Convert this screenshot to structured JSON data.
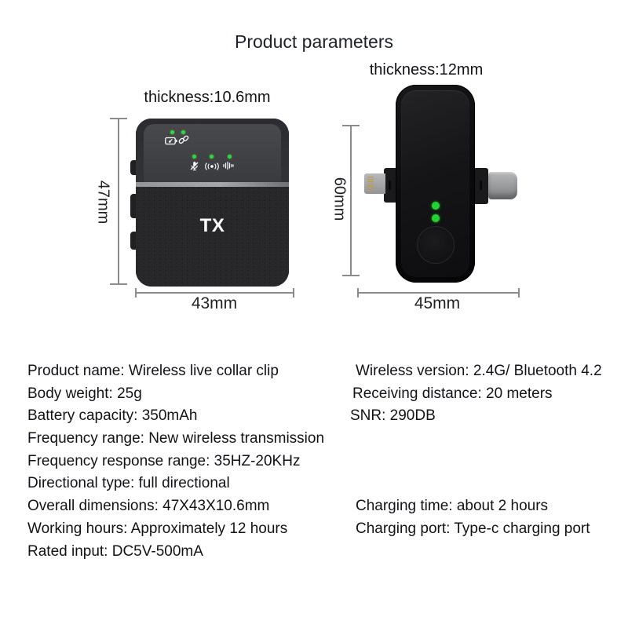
{
  "title": "Product parameters",
  "tx": {
    "label": "TX",
    "thickness_label": "thickness:10.6mm",
    "height_label": "47mm",
    "width_label": "43mm"
  },
  "rx": {
    "thickness_label": "thickness:12mm",
    "height_label": "60mm",
    "width_label": "45mm"
  },
  "specs_left": [
    "Product name: Wireless live collar clip",
    "Body weight: 25g",
    "Battery capacity: 350mAh",
    "Frequency range: New wireless transmission",
    "Frequency response range: 35HZ-20KHz",
    "Directional type: full directional",
    "Overall dimensions: 47X43X10.6mm",
    "Working hours: Approximately 12 hours",
    "Rated input: DC5V-500mA"
  ],
  "specs_right": [
    "Wireless version: 2.4G/ Bluetooth 4.2",
    "Receiving distance: 20 meters",
    "SNR: 290DB",
    "Charging time: about 2 hours",
    "Charging port: Type-c charging port"
  ],
  "colors": {
    "led_green": "#23d430",
    "dim_line_gray": "#8b8b8d",
    "device_black": "#141416"
  }
}
